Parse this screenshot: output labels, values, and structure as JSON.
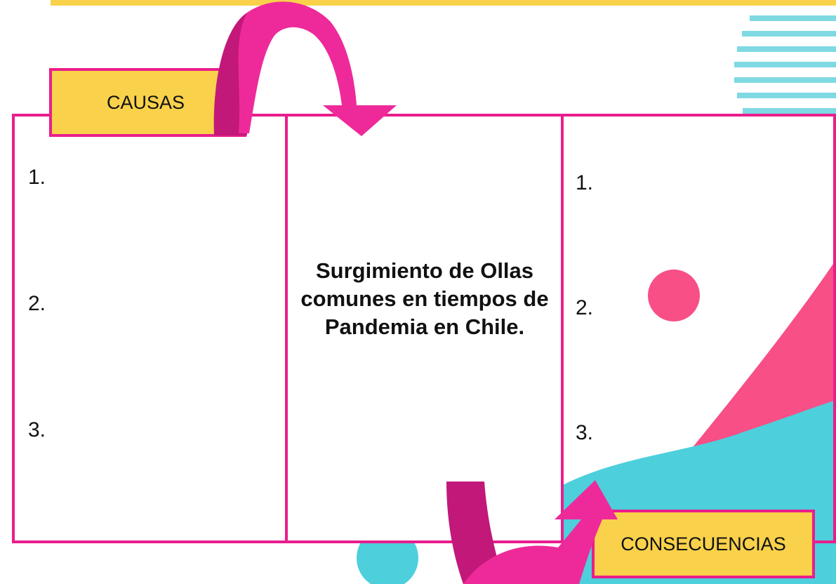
{
  "causes": {
    "label": "CAUSAS",
    "items": [
      "1.",
      "2.",
      "3."
    ]
  },
  "center": {
    "title": "Surgimiento de Ollas comunes en tiempos de Pandemia en Chile."
  },
  "consequences": {
    "label": "CONSECUENCIAS",
    "items": [
      "1.",
      "2.",
      "3."
    ]
  },
  "colors": {
    "border": "#e91e8c",
    "label_fill": "#f9d14a",
    "arrow_pink": "#ee2a9a",
    "arrow_shadow": "#c2187a",
    "decor_teal": "#4dcfdc",
    "decor_pink": "#f74f86"
  }
}
